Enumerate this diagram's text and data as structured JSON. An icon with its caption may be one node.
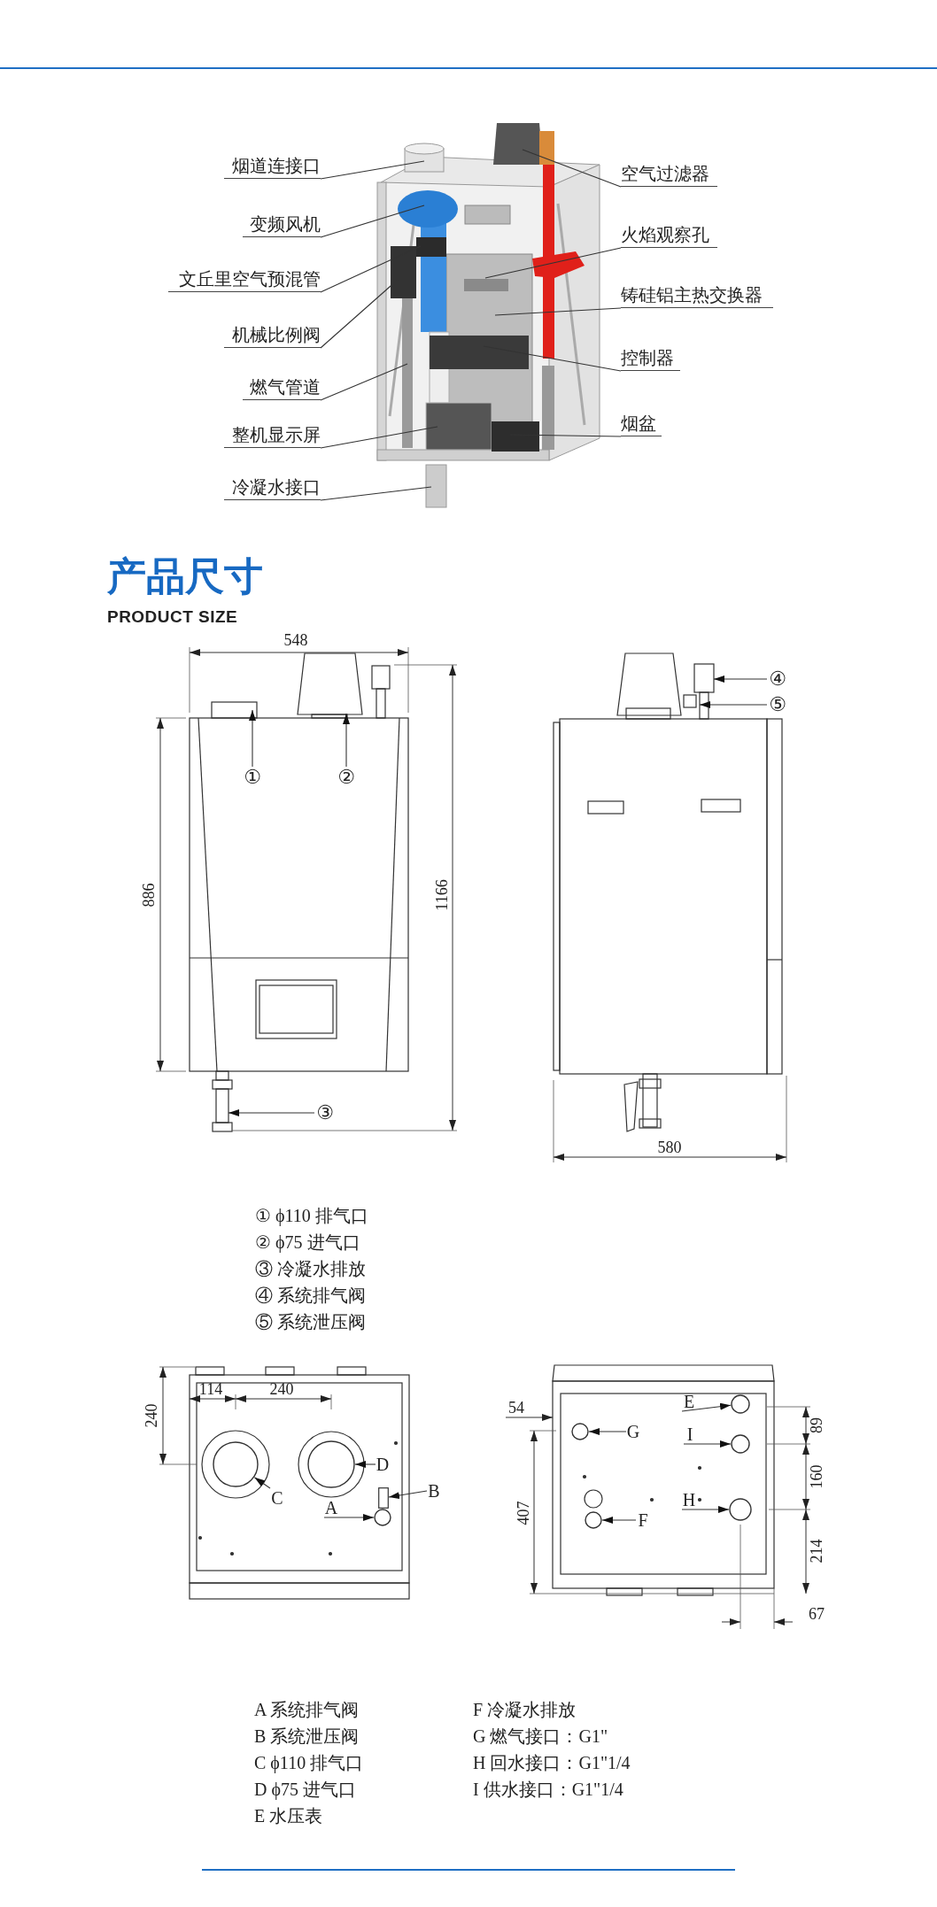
{
  "diagram": {
    "nodes": [
      {
        "text": [
          "烟道连接口"
        ]
      },
      {
        "text": [
          "变频风机"
        ]
      },
      {
        "text": [
          "文丘里空气预混管"
        ]
      },
      {
        "text": [
          "机械比例阀"
        ]
      },
      {
        "text": [
          "燃气管道"
        ]
      },
      {
        "text": [
          "整机显示屏"
        ]
      },
      {
        "text": [
          "冷凝水接口"
        ]
      },
      {
        "text": [
          "空气过滤器"
        ]
      },
      {
        "text": [
          "火焰观察孔"
        ]
      },
      {
        "text": [
          "铸硅铝主热交换器"
        ]
      },
      {
        "text": [
          "控制器"
        ]
      },
      {
        "text": [
          "烟盆"
        ]
      },
      {
        "text": [
          "①"
        ]
      },
      {
        "text": [
          "②"
        ]
      },
      {
        "text": [
          "③"
        ]
      },
      {
        "text": [
          "④"
        ]
      },
      {
        "text": [
          "⑤"
        ]
      },
      {
        "text": [
          "C"
        ]
      },
      {
        "text": [
          "D"
        ]
      },
      {
        "text": [
          "B"
        ]
      },
      {
        "text": [
          "A"
        ]
      },
      {
        "text": [
          "E"
        ]
      },
      {
        "text": [
          "G"
        ]
      },
      {
        "text": [
          "I"
        ]
      },
      {
        "text": [
          "H"
        ]
      },
      {
        "text": [
          "F"
        ]
      },
      {
        "text": [],
        "shape": "circle"
      },
      {
        "text": [],
        "shape": "circle"
      },
      {
        "text": [],
        "shape": "box"
      },
      {
        "text": [],
        "shape": "circle"
      },
      {
        "text": [],
        "shape": "circle"
      },
      {
        "text": [],
        "shape": "circle"
      },
      {
        "text": [],
        "shape": "circle"
      },
      {
        "text": [],
        "shape": "circle"
      },
      {
        "text": [],
        "shape": "circle"
      }
    ],
    "edges": [
      {
        "from": 0,
        "to": null,
        "arrow": "none"
      },
      {
        "from": 1,
        "to": null,
        "arrow": "none"
      },
      {
        "from": 2,
        "to": null,
        "arrow": "none"
      },
      {
        "from": 3,
        "to": null,
        "arrow": "none"
      },
      {
        "from": 4,
        "to": null,
        "arrow": "none"
      },
      {
        "from": 5,
        "to": null,
        "arrow": "none"
      },
      {
        "from": 6,
        "to": null,
        "arrow": "none"
      },
      {
        "from": 7,
        "to": null,
        "arrow": "none"
      },
      {
        "from": 8,
        "to": null,
        "arrow": "none"
      },
      {
        "from": 9,
        "to": null,
        "arrow": "none"
      },
      {
        "from": 10,
        "to": null,
        "arrow": "none"
      },
      {
        "from": 11,
        "to": null,
        "arrow": "none"
      },
      {
        "from": 12,
        "to": null,
        "arrow": "to"
      },
      {
        "from": 13,
        "to": null,
        "arrow": "to"
      },
      {
        "from": 14,
        "to": null,
        "arrow": "to"
      },
      {
        "from": 15,
        "to": null,
        "arrow": "to"
      },
      {
        "from": 16,
        "to": null,
        "arrow": "to"
      },
      {
        "from": 17,
        "to": 26,
        "arrow": "to"
      },
      {
        "from": 18,
        "to": 27,
        "arrow": "to"
      },
      {
        "from": 19,
        "to": 28,
        "arrow": "to"
      },
      {
        "from": 20,
        "to": 29,
        "arrow": "to"
      },
      {
        "from": 21,
        "to": 30,
        "arrow": "to"
      },
      {
        "from": 22,
        "to": 31,
        "arrow": "to"
      },
      {
        "from": 23,
        "to": 32,
        "arrow": "to"
      },
      {
        "from": 24,
        "to": 33,
        "arrow": "to"
      },
      {
        "from": 25,
        "to": 34,
        "arrow": "to"
      }
    ],
    "labels": [
      "产品尺寸",
      "PRODUCT SIZE",
      "548",
      "886",
      "1166",
      "580",
      "① ϕ110 排气口",
      "② ϕ75 进气口",
      "③ 冷凝水排放",
      "④ 系统排气阀",
      "⑤ 系统泄压阀",
      "240",
      "114",
      "240",
      "54",
      "89",
      "160",
      "407",
      "214",
      "67",
      "A 系统排气阀",
      "F 冷凝水排放",
      "B 系统泄压阀",
      "G 燃气接口：G1\"",
      "C ϕ110 排气口",
      "H 回水接口：G1\"1/4",
      "D ϕ75 进气口",
      "I 供水接口：G1\"1/4",
      "E 水压表"
    ]
  }
}
